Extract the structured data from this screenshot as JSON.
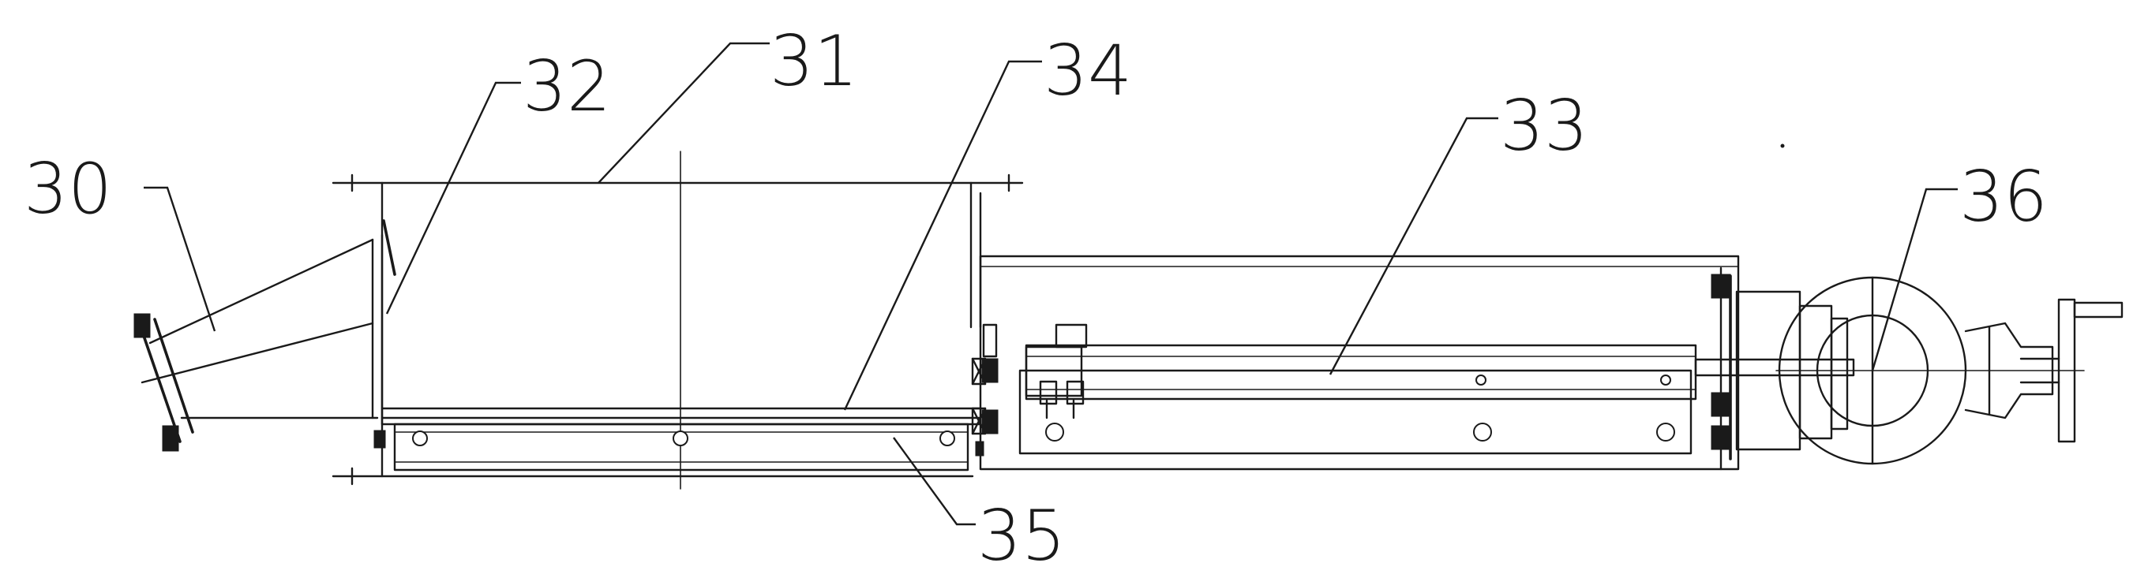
{
  "labels": {
    "part_30": "30",
    "part_31": "31",
    "part_32": "32",
    "part_33": "33",
    "part_34": "34",
    "part_35": "35",
    "part_36": "36"
  }
}
